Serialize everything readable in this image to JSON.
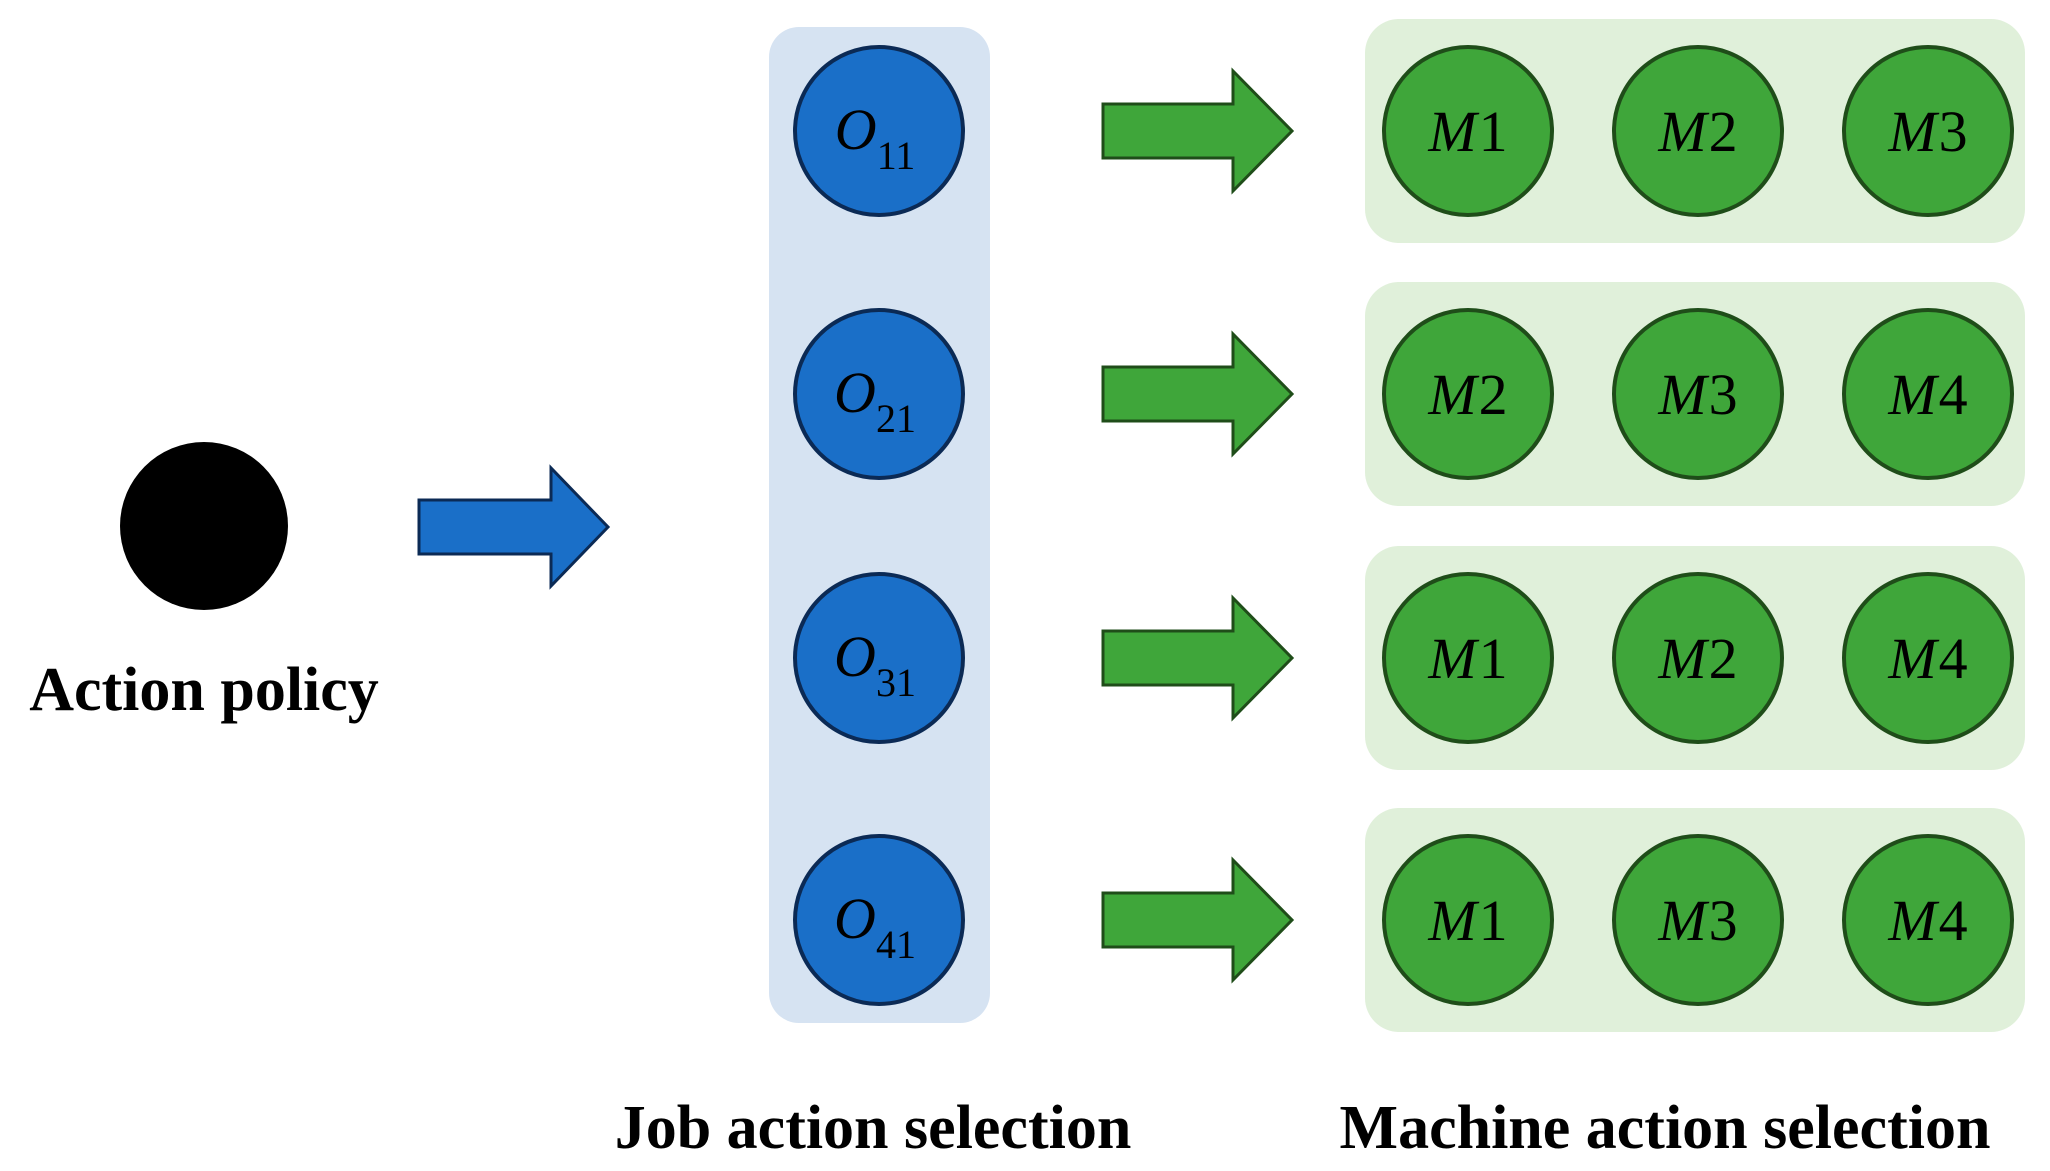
{
  "colors": {
    "policy_node": "#000000",
    "job_panel": "#d6e3f2",
    "job_node": "#1a6fc8",
    "job_stroke": "#0b2a55",
    "job_arrow": "#1a6fc8",
    "job_arrow_stroke": "#0b2a55",
    "machine_panel": "#e0f0da",
    "machine_node": "#3fa63a",
    "machine_stroke": "#1f4d19",
    "machine_arrow": "#3fa63a",
    "machine_arrow_stroke": "#1f4d19"
  },
  "policy": {
    "label": "Action policy"
  },
  "job_selection": {
    "caption": "Job action selection",
    "operations": [
      {
        "symbol": "O",
        "index": "11"
      },
      {
        "symbol": "O",
        "index": "21"
      },
      {
        "symbol": "O",
        "index": "31"
      },
      {
        "symbol": "O",
        "index": "41"
      }
    ]
  },
  "machine_selection": {
    "caption": "Machine action selection",
    "rows": [
      [
        {
          "symbol": "M",
          "index": "1"
        },
        {
          "symbol": "M",
          "index": "2"
        },
        {
          "symbol": "M",
          "index": "3"
        }
      ],
      [
        {
          "symbol": "M",
          "index": "2"
        },
        {
          "symbol": "M",
          "index": "3"
        },
        {
          "symbol": "M",
          "index": "4"
        }
      ],
      [
        {
          "symbol": "M",
          "index": "1"
        },
        {
          "symbol": "M",
          "index": "2"
        },
        {
          "symbol": "M",
          "index": "4"
        }
      ],
      [
        {
          "symbol": "M",
          "index": "1"
        },
        {
          "symbol": "M",
          "index": "3"
        },
        {
          "symbol": "M",
          "index": "4"
        }
      ]
    ]
  }
}
